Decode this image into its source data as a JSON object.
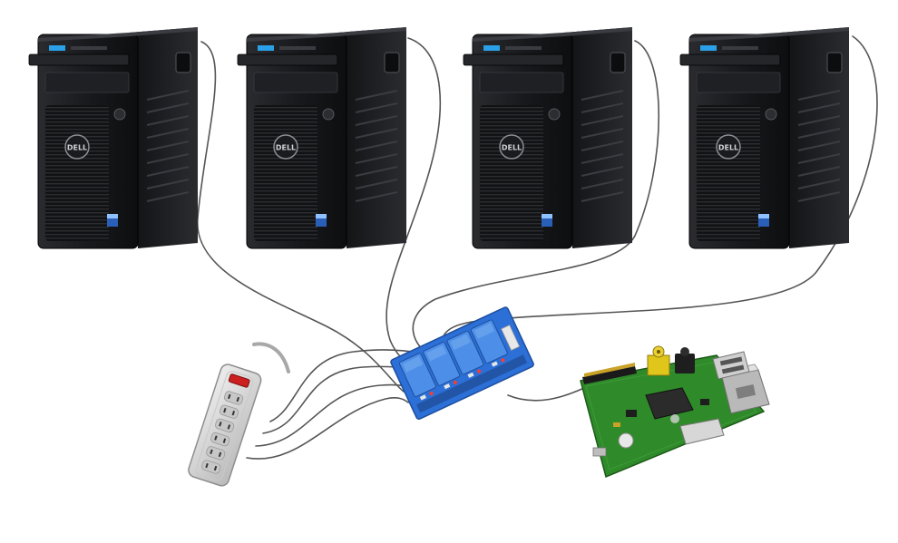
{
  "scene": {
    "servers": [
      {
        "brand": "DELL"
      },
      {
        "brand": "DELL"
      },
      {
        "brand": "DELL"
      },
      {
        "brand": "DELL"
      }
    ],
    "relay": {
      "channels": 4
    },
    "icons": [
      "tower-server-icon",
      "power-strip-icon",
      "relay-module-icon",
      "raspberry-pi-icon",
      "cable-icon"
    ],
    "colors": {
      "server_body": "#1a1b1e",
      "server_highlight": "#3a3c41",
      "relay_board": "#2c6fd6",
      "relay_block": "#4d8fe8",
      "pi_board": "#2f8a2a",
      "power_strip": "#d3d3d3",
      "strip_switch": "#cc1f1f",
      "wire": "#555555"
    }
  }
}
